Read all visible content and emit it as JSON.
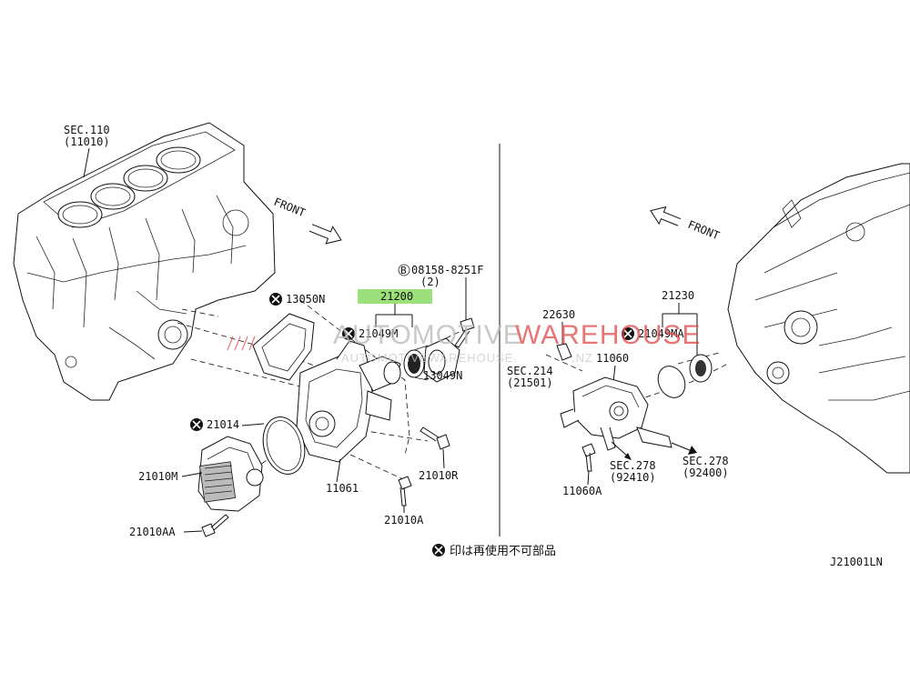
{
  "labels": {
    "sec110": "SEC.110",
    "sec110_sub": "(11010)",
    "front_left": "FRONT",
    "front_right": "FRONT",
    "p13050N": "13050N",
    "p08158": "08158-8251F",
    "p08158_qty": "(2)",
    "p08158_prefix": "B",
    "p21200": "21200",
    "p21049M": "21049M",
    "p13049N": "13049N",
    "p21014": "21014",
    "p21010M": "21010M",
    "p11061": "11061",
    "p21010R": "21010R",
    "p21010A": "21010A",
    "p21010AA": "21010AA",
    "p22630": "22630",
    "p21230": "21230",
    "p21049MA": "21049MA",
    "sec214": "SEC.214",
    "sec214_sub": "(21501)",
    "p11060": "11060",
    "sec278a": "SEC.278",
    "sec278a_sub": "(92410)",
    "sec278b": "SEC.278",
    "sec278b_sub": "(92400)",
    "p11060A": "11060A",
    "note": "印は再使用不可部品",
    "diagram_id": "J21001LN"
  },
  "watermark": {
    "part1": "AUTOMOTIVE",
    "part2": "WAREHOUSE",
    "url_a": "AUTOMOTIVEWAREHOUSE.",
    "url_b": ".NZ",
    "color1": "#b8b8b8",
    "color2": "#e04848"
  },
  "colors": {
    "highlight": "#9be07a",
    "ink": "#111111"
  }
}
